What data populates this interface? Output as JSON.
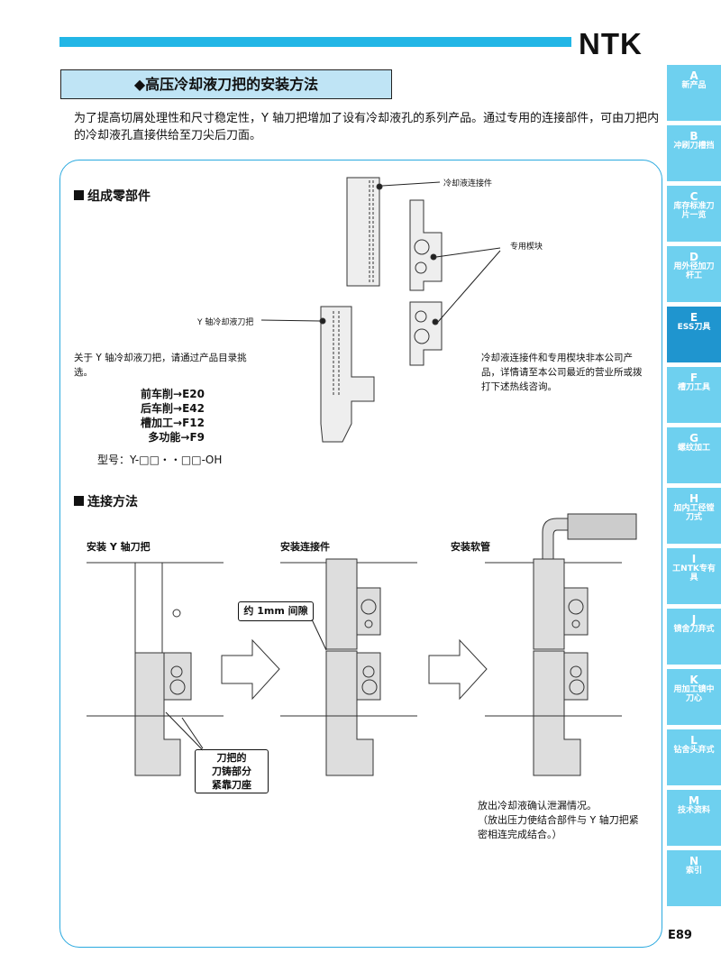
{
  "brand": "NTK",
  "title": "◆高压冷却液刀把的安装方法",
  "intro": "为了提高切屑处理性和尺寸稳定性，Y 轴刀把增加了设有冷却液孔的系列产品。通过专用的连接部件，可由刀把内的冷却液孔直接供给至刀尖后刀面。",
  "components": {
    "heading": "组成零部件",
    "label_coolant_connector": "冷却液连接件",
    "label_wedge": "专用楔块",
    "label_holder": "Y 轴冷却液刀把",
    "left_note": "关于 Y 轴冷却液刀把，请通过产品目录挑选。",
    "catalog": [
      "前车削→E20",
      "后车削→E42",
      "槽加工→F12",
      "多功能→F9"
    ],
    "model": "型号：Y-□□・・□□-OH",
    "right_note": "冷却液连接件和专用楔块非本公司产品，详情请至本公司最近的营业所或拨打下述热线咨询。"
  },
  "connection": {
    "heading": "连接方法",
    "steps": [
      "安装 Y 轴刀把",
      "安装连接件",
      "安装软管"
    ],
    "gap_callout": "约 1mm 间隙",
    "seat_callout": [
      "刀把的",
      "刀铸部分",
      "紧靠刀座"
    ],
    "release_note": [
      "放出冷却液确认泄漏情况。",
      "（放出压力使结合部件与 Y 轴刀把紧",
      "密相连完成结合。）"
    ]
  },
  "sidebar": [
    {
      "letter": "A",
      "text": "新产品"
    },
    {
      "letter": "B",
      "text": "冲刷刀槽挡"
    },
    {
      "letter": "C",
      "text": "库存标准刀片一览"
    },
    {
      "letter": "D",
      "text": "用外径加刀杆工"
    },
    {
      "letter": "E",
      "text": "ESS刀具"
    },
    {
      "letter": "F",
      "text": "槽刀工具"
    },
    {
      "letter": "G",
      "text": "螺纹加工"
    },
    {
      "letter": "H",
      "text": "加内工径镗刀式"
    },
    {
      "letter": "I",
      "text": "工NTK专有具"
    },
    {
      "letter": "J",
      "text": "镜舍刀弃式"
    },
    {
      "letter": "K",
      "text": "用加工镜中刀心"
    },
    {
      "letter": "L",
      "text": "钻舍头弃式"
    },
    {
      "letter": "M",
      "text": "技术资料"
    },
    {
      "letter": "N",
      "text": "索引"
    }
  ],
  "page_number": "E89",
  "colors": {
    "accent": "#22b6e6",
    "panel_border": "#2aa9df",
    "title_bg": "#bfe4f5",
    "tab": "#6ed0ef",
    "tab_active": "#1f95cf"
  }
}
